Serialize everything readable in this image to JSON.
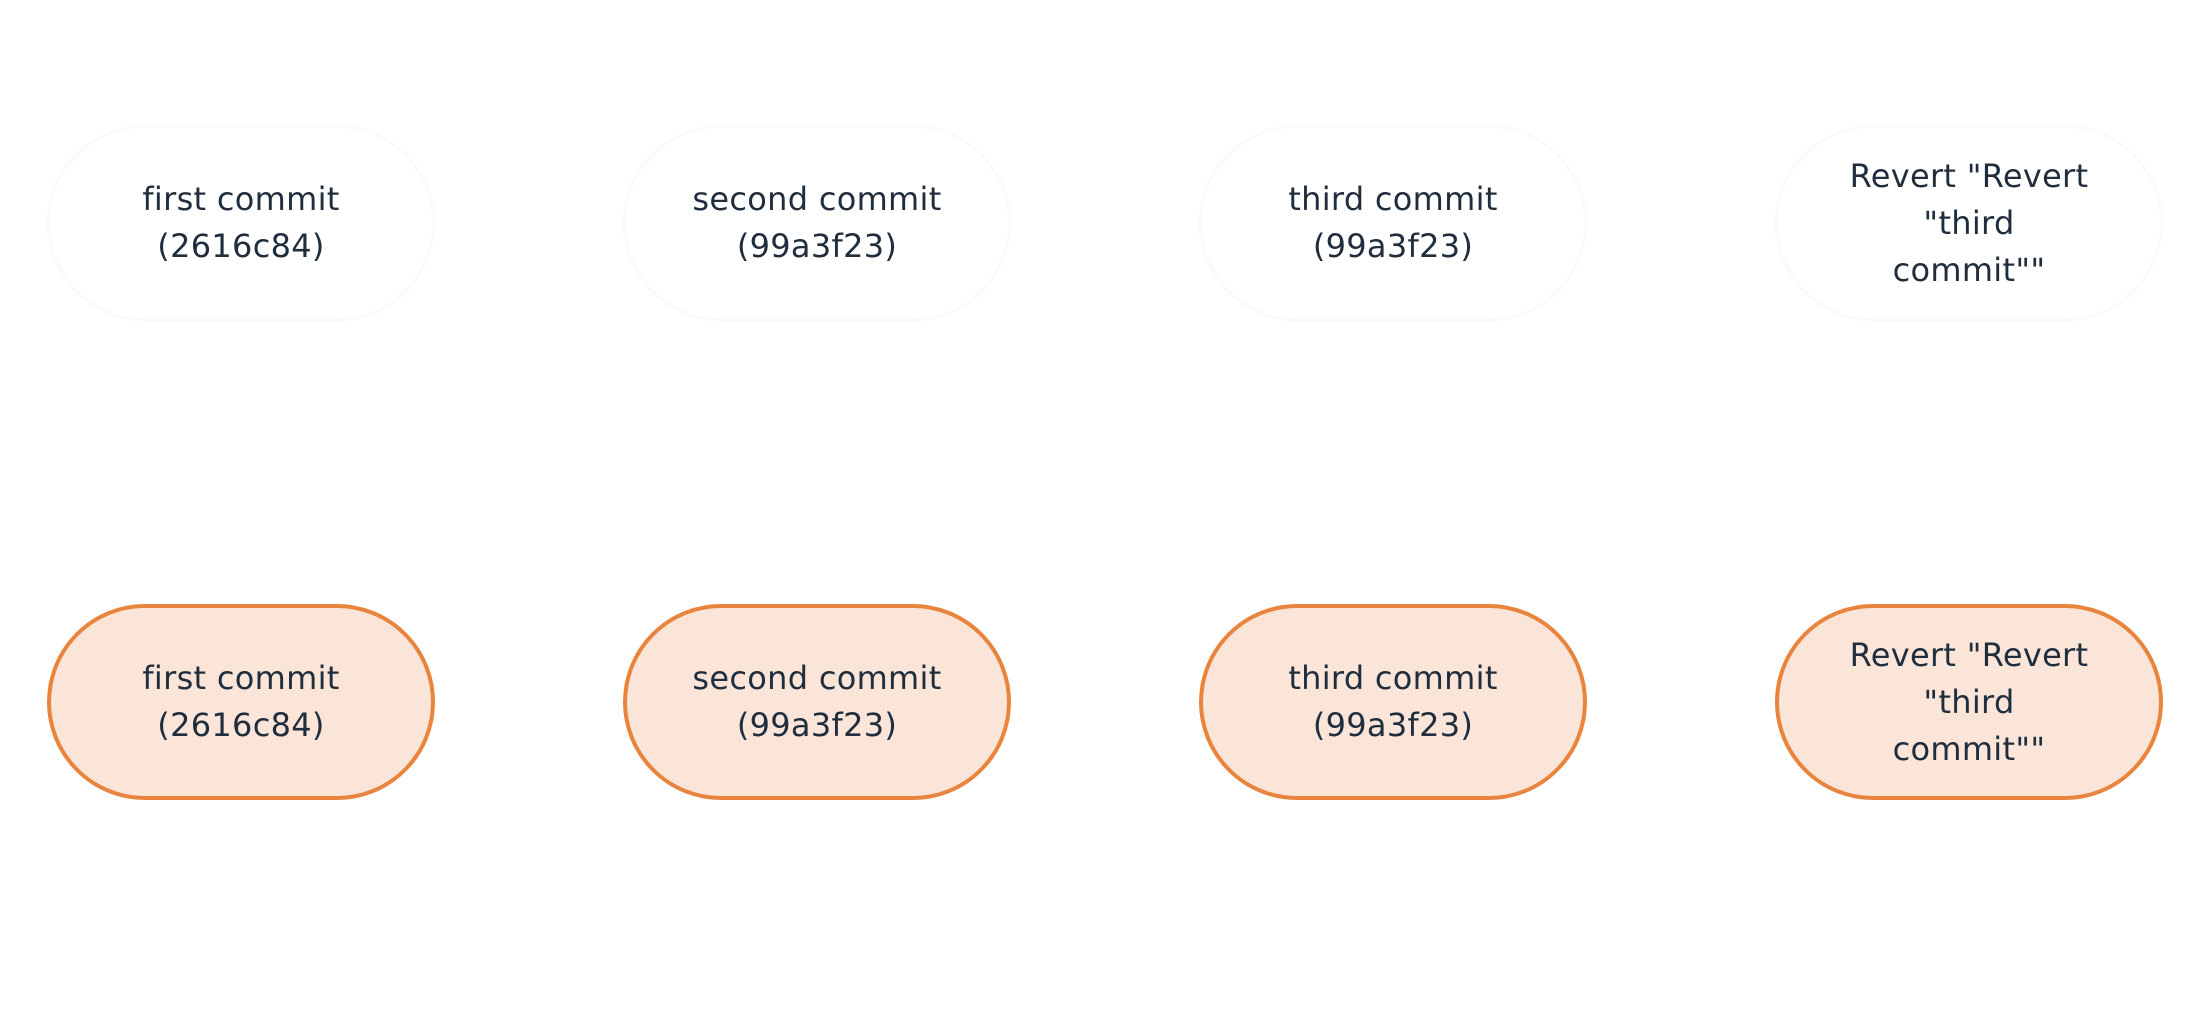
{
  "colors": {
    "node_fill": "#fae5d8",
    "node_stroke": "#e8843d",
    "text": "#1f2d3d",
    "ghost_fill": "#ffffff"
  },
  "ghost_row": [
    {
      "label": "first commit\n(2616c84)"
    },
    {
      "label": "second commit\n(99a3f23)"
    },
    {
      "label": "third commit\n(99a3f23)"
    },
    {
      "label": "Revert \"Revert \"third\ncommit\"\""
    }
  ],
  "commit_row": [
    {
      "label": "first commit\n(2616c84)"
    },
    {
      "label": "second commit\n(99a3f23)"
    },
    {
      "label": "third commit\n(99a3f23)"
    },
    {
      "label": "Revert \"Revert \"third\ncommit\"\""
    }
  ]
}
